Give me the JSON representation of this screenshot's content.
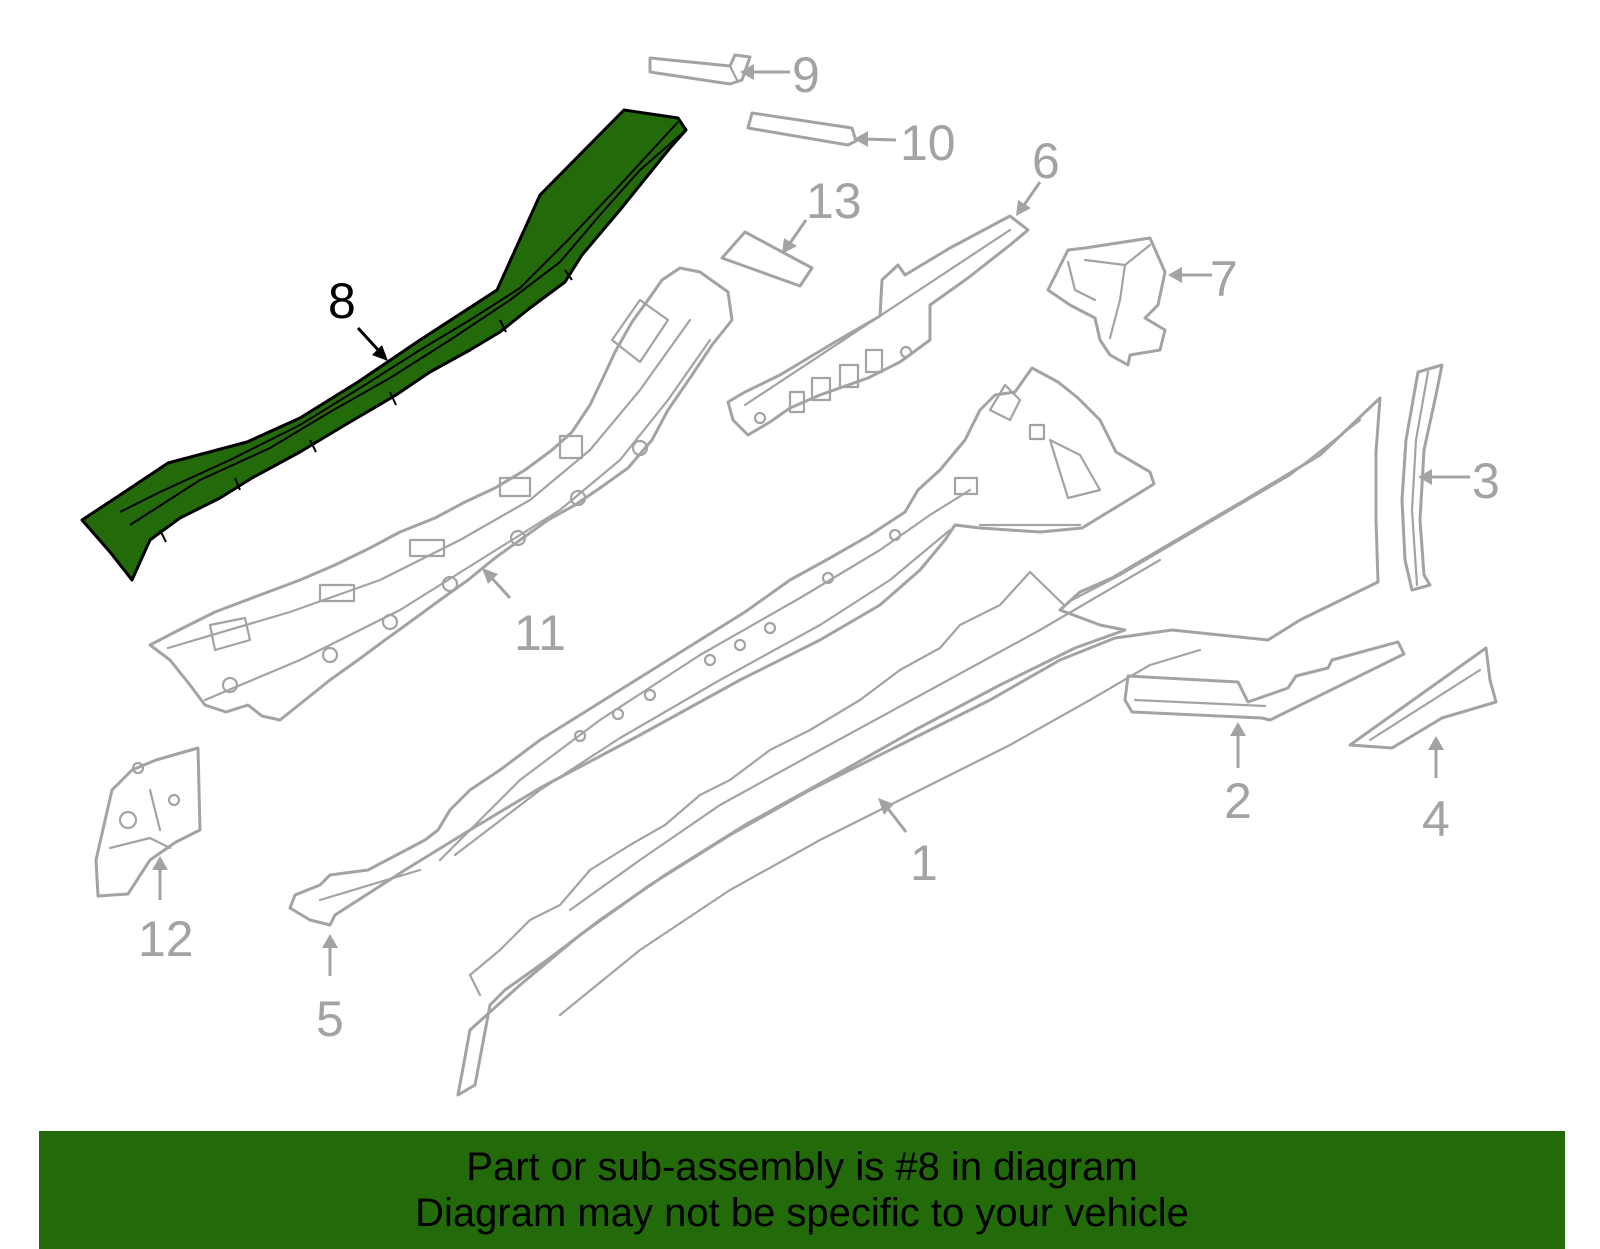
{
  "colors": {
    "highlight": "#236b0a",
    "outline": "#a3a3a3",
    "banner_bg": "#236b0a",
    "banner_text": "#000000"
  },
  "callouts": {
    "c1": "1",
    "c2": "2",
    "c3": "3",
    "c4": "4",
    "c5": "5",
    "c6": "6",
    "c7": "7",
    "c8": "8",
    "c9": "9",
    "c10": "10",
    "c11": "11",
    "c12": "12",
    "c13": "13"
  },
  "selected_part": "8",
  "banner": {
    "line1": "Part or sub-assembly is #8 in diagram",
    "line2": "Diagram may not be specific to your vehicle"
  }
}
